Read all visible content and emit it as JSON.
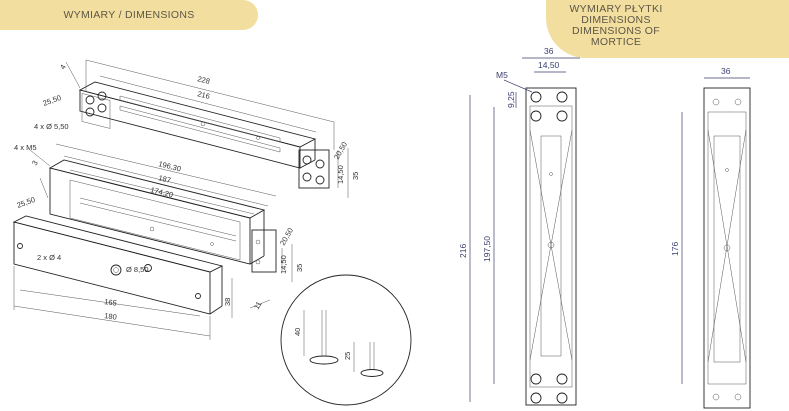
{
  "header": {
    "left_title": "WYMIARY / DIMENSIONS",
    "right_title_lines": [
      "WYMIARY PŁYTKI",
      "DIMENSIONS",
      "DIMENSIONS OF",
      "MORTICE"
    ]
  },
  "isometric": {
    "top_plate": {
      "d228": "228",
      "d216": "216",
      "d4": "4",
      "d25_50": "25,50",
      "holes": "4 x Ø 5,50",
      "d20_50": "20,50",
      "d14_50": "14,50",
      "d35": "35"
    },
    "middle_body": {
      "m5": "4 x M5",
      "d3": "3",
      "d196_30": "196,30",
      "d187": "187",
      "d174_20": "174,20",
      "d25_50": "25,50",
      "d20_50": "20,50",
      "d14_50": "14,50",
      "d35": "35"
    },
    "armature": {
      "holes": "2 x Ø 4",
      "center_hole": "Ø 8,50",
      "d165": "165",
      "d180": "180",
      "d38": "38",
      "d11": "11"
    },
    "screws": {
      "long": "40",
      "short": "25"
    }
  },
  "mortice": {
    "front": {
      "width_total": "36",
      "width_inner": "14,50",
      "thread": "M5",
      "offset": "9,25",
      "height_total": "216",
      "height_inner": "197,50"
    },
    "side": {
      "width": "36",
      "height": "176"
    }
  },
  "colors": {
    "banner": "#f2dfa0",
    "banner_text": "#5c5646",
    "line": "#222222",
    "dimension_blue": "#3a3f6e"
  }
}
